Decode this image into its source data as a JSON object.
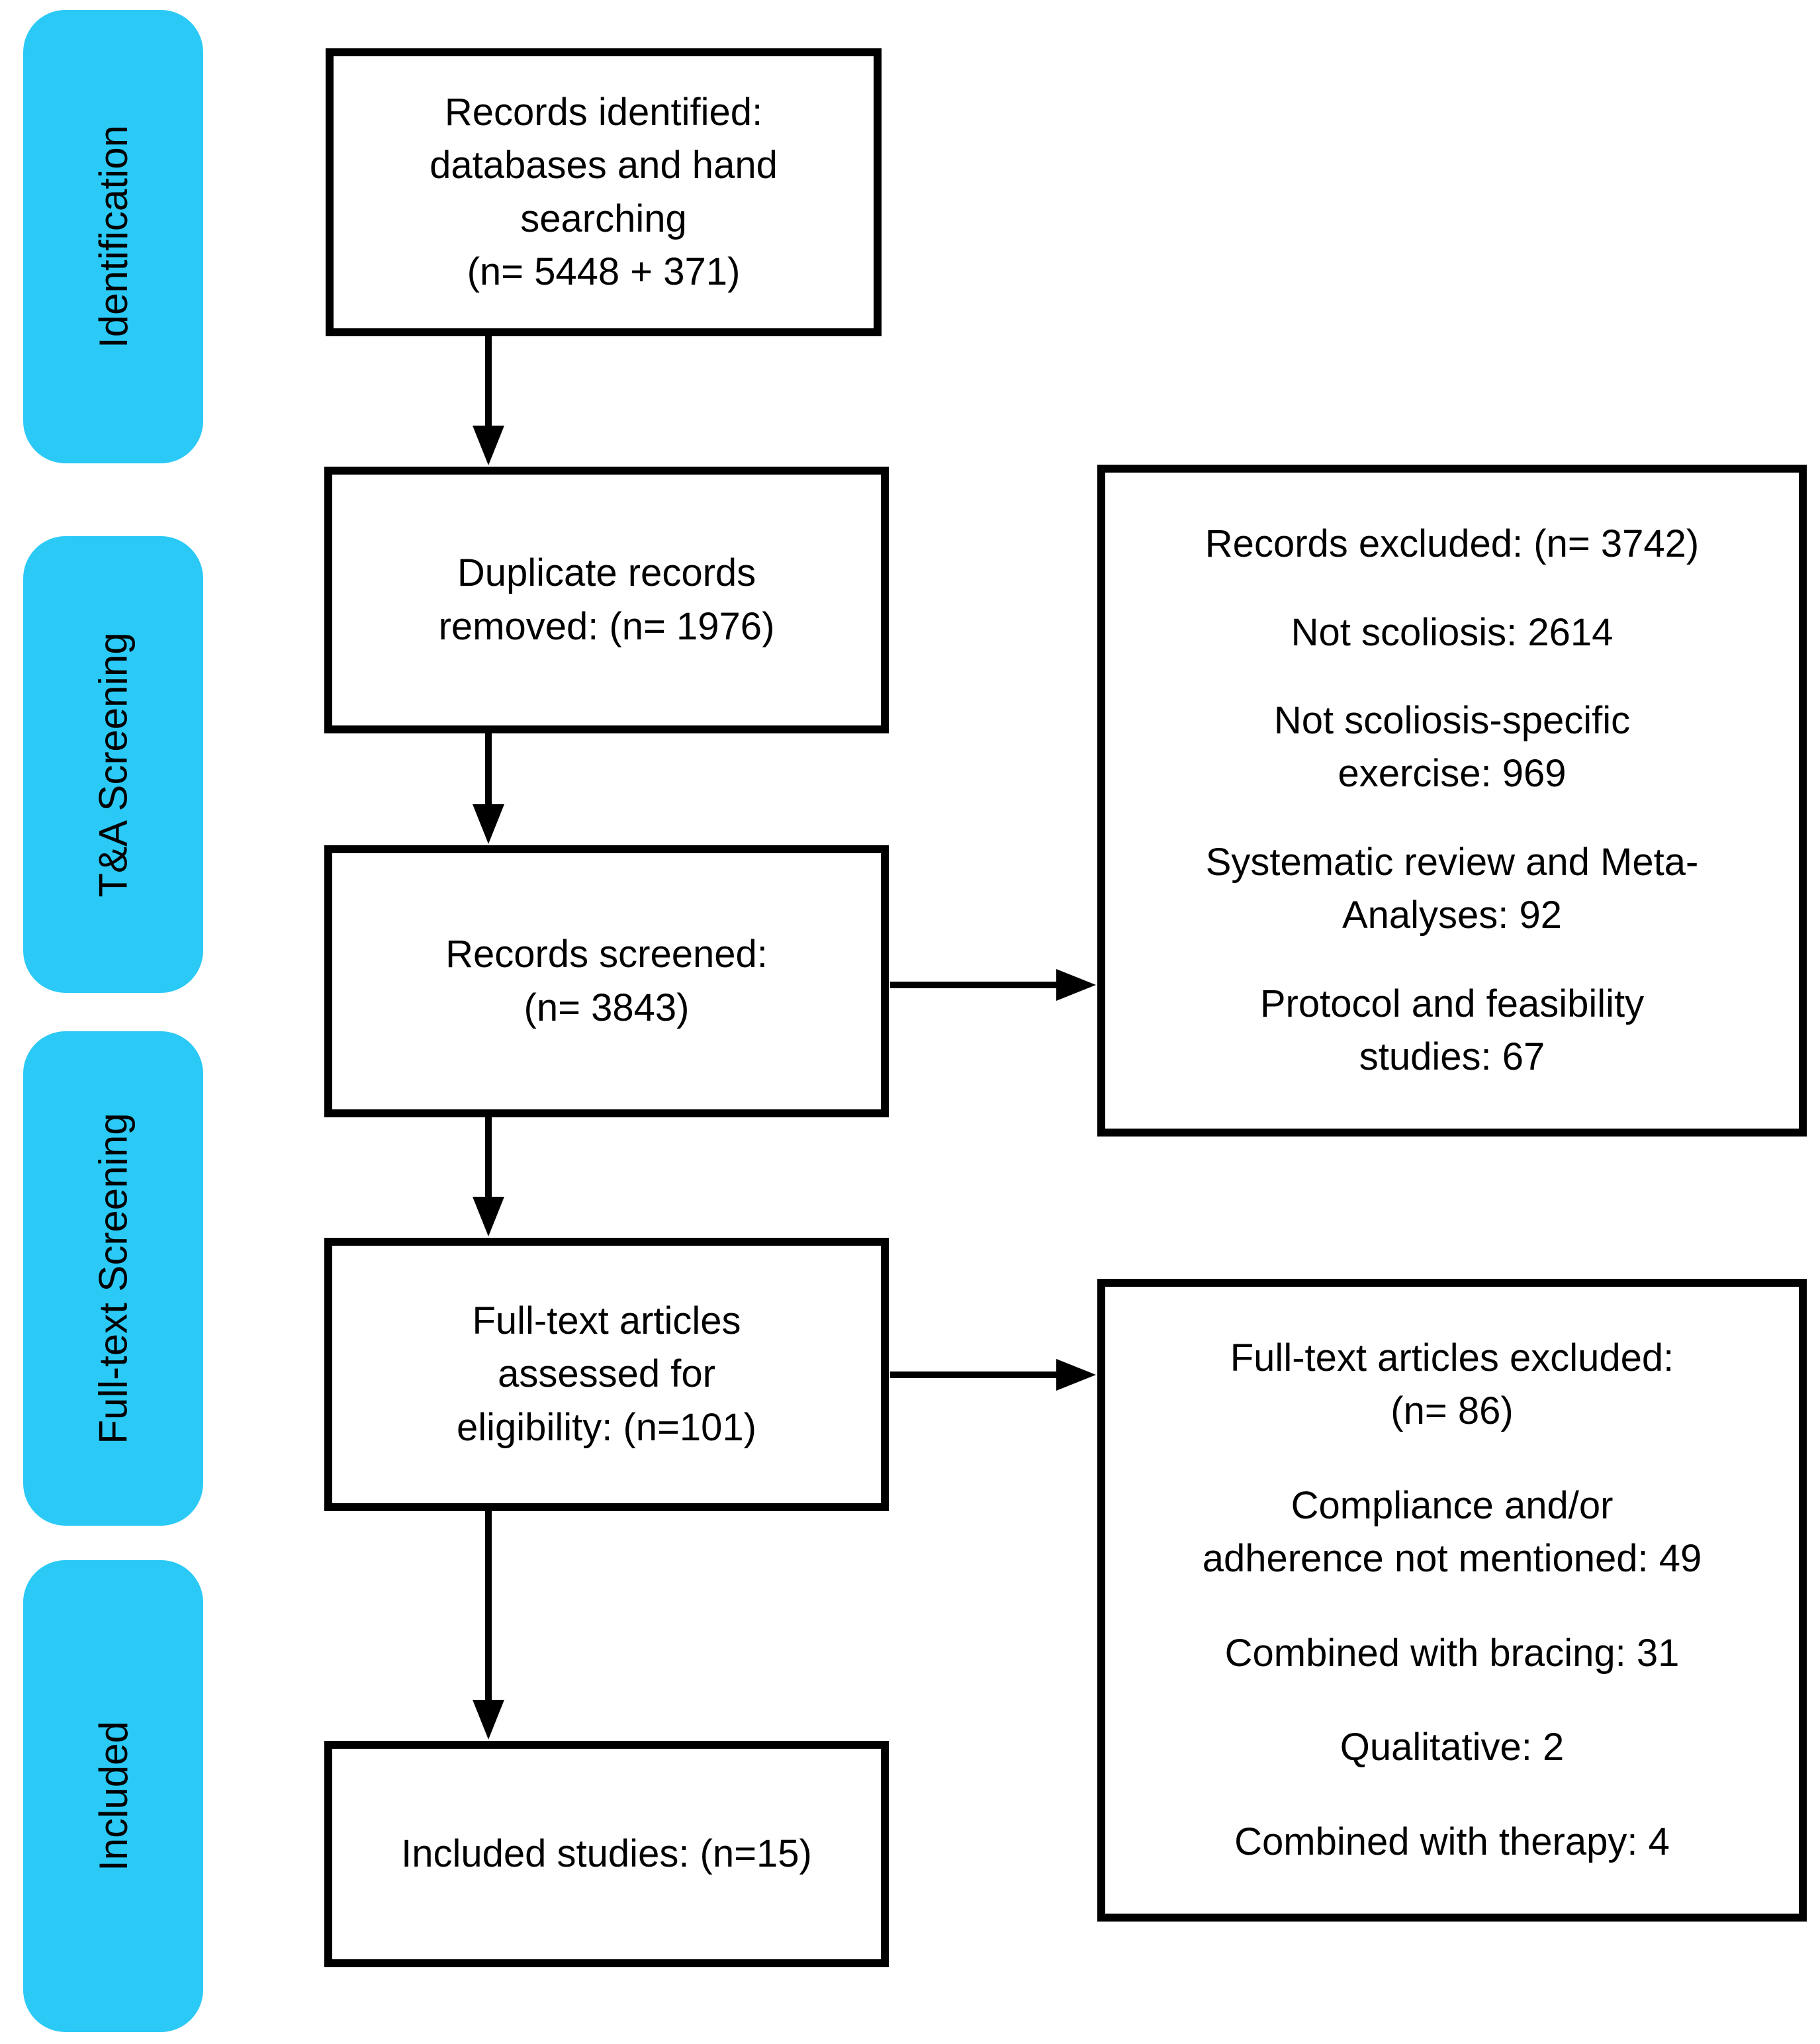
{
  "diagram": {
    "stages": [
      {
        "label": "Identification"
      },
      {
        "label": "T&A Screening"
      },
      {
        "label": "Full-text Screening"
      },
      {
        "label": "Included"
      }
    ],
    "main_flow": {
      "records_identified": "Records identified:\ndatabases and hand\nsearching\n(n= 5448 + 371)",
      "duplicates_removed": "Duplicate records\nremoved: (n= 1976)",
      "records_screened": "Records screened:\n(n= 3843)",
      "fulltext_assessed": "Full-text articles\nassessed for\neligibility: (n=101)",
      "included_studies": "Included studies: (n=15)"
    },
    "records_excluded": {
      "title": "Records excluded: (n= 3742)",
      "items": [
        "Not scoliosis: 2614",
        "Not scoliosis-specific\nexercise: 969",
        "Systematic review and Meta-\nAnalyses: 92",
        "Protocol and feasibility\nstudies: 67"
      ]
    },
    "fulltext_excluded": {
      "title": "Full-text articles excluded:\n(n= 86)",
      "items": [
        "Compliance and/or\nadherence not mentioned: 49",
        "Combined with bracing: 31",
        "Qualitative: 2",
        "Combined with therapy: 4"
      ]
    },
    "colors": {
      "stage_band": "#2bc9f6",
      "line": "#000000"
    }
  }
}
